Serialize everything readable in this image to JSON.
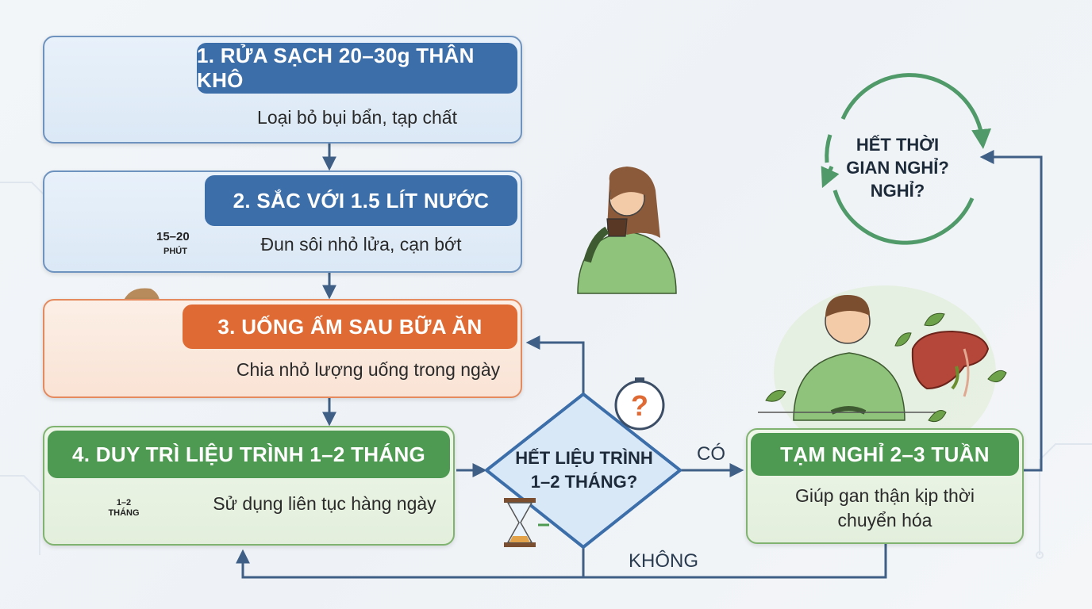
{
  "steps": [
    {
      "title": "1. RỬA SẠCH 20–30g THÂN KHÔ",
      "desc": "Loại bỏ bụi bẩn, tạp chất"
    },
    {
      "title": "2. SẮC VỚI 1.5 LÍT NƯỚC",
      "desc": "Đun sôi nhỏ lửa, cạn bớt",
      "timer_value": "15–20",
      "timer_unit": "PHÚT"
    },
    {
      "title": "3. UỐNG ẤM SAU BỮA ĂN",
      "desc": "Chia nhỏ lượng uống trong ngày"
    },
    {
      "title": "4. DUY TRÌ LIỆU TRÌNH 1–2 THÁNG",
      "desc": "Sử dụng liên tục hàng ngày",
      "calendar_label": "1–2 THÁNG"
    }
  ],
  "decision": {
    "text": "HẾT LIỆU TRÌNH 1–2 THÁNG?",
    "yes_label": "CÓ",
    "no_label": "KHÔNG"
  },
  "rest": {
    "title": "TẠM NGHỈ 2–3 TUẦN",
    "desc": "Giúp gan thận kịp thời chuyển hóa"
  },
  "cycle": {
    "text": "HẾT THỜI GIAN NGHỈ? NGHỈ?"
  },
  "colors": {
    "blue": "#3c6ea9",
    "orange": "#e06a33",
    "green": "#4f9a52",
    "arrow": "#3f5f86"
  }
}
